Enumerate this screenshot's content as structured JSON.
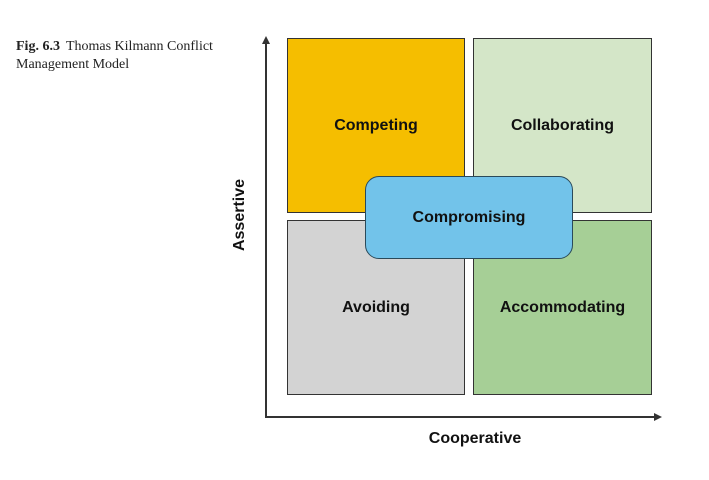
{
  "caption": {
    "fig": "Fig. 6.3",
    "title": "Thomas Kilmann Conflict Management Model"
  },
  "axes": {
    "y": "Assertive",
    "x": "Cooperative"
  },
  "quadrants": {
    "competing": "Competing",
    "collaborating": "Collaborating",
    "avoiding": "Avoiding",
    "accommodating": "Accommodating",
    "compromising": "Compromising"
  },
  "colors": {
    "competing": "#F5BE00",
    "collaborating": "#D4E6C8",
    "avoiding": "#D3D3D3",
    "accommodating": "#A6CF96",
    "compromising": "#72C3EA"
  }
}
